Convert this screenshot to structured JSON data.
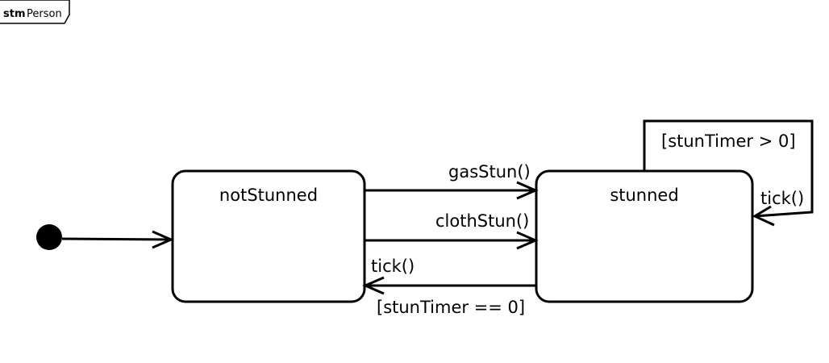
{
  "frame": {
    "keyword": "stm",
    "name": "Person"
  },
  "states": {
    "not_stunned": {
      "name": "notStunned"
    },
    "stunned": {
      "name": "stunned"
    }
  },
  "transitions": {
    "gas_stun": {
      "trigger": "gasStun()"
    },
    "cloth_stun": {
      "trigger": "clothStun()"
    },
    "recover": {
      "trigger": "tick()",
      "guard": "[stunTimer == 0]"
    },
    "self_tick": {
      "trigger": "tick()",
      "guard": "[stunTimer > 0]"
    }
  }
}
